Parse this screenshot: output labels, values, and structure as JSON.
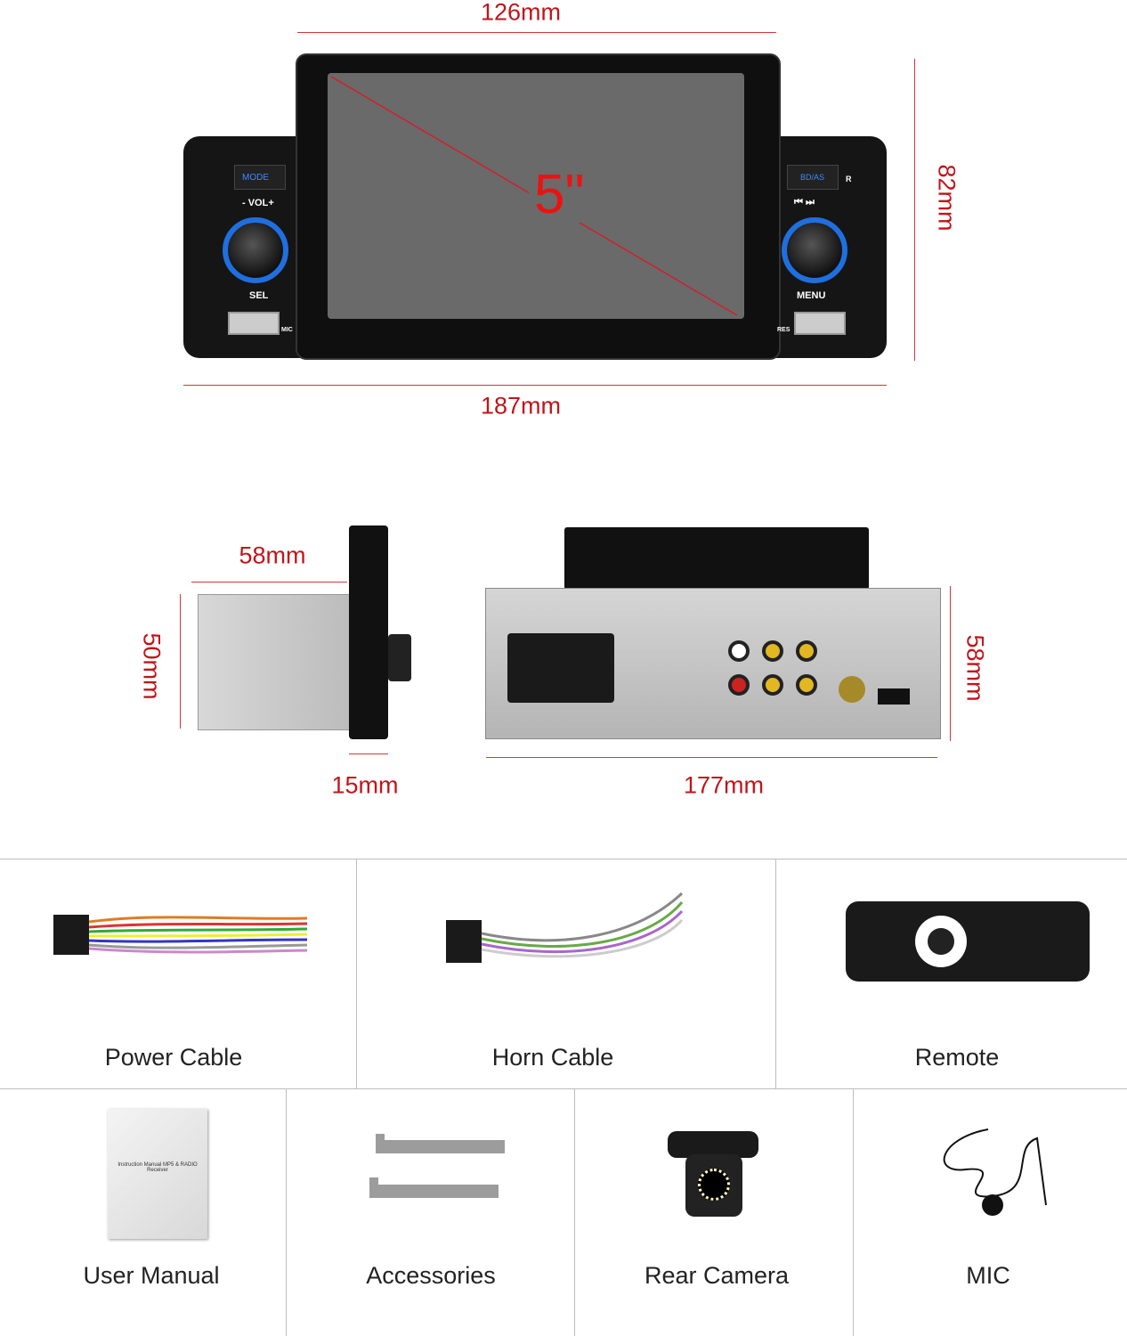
{
  "dimensions": {
    "front_top_width": "126mm",
    "front_height": "82mm",
    "front_total_width": "187mm",
    "screen_size": "5\"",
    "side_depth": "58mm",
    "side_height": "50mm",
    "side_front_thickness": "15mm",
    "back_width": "177mm",
    "back_height": "58mm"
  },
  "device_labels": {
    "mode": "MODE",
    "vol": "- VOL+",
    "sel": "SEL",
    "mic": "MIC",
    "bd_as": "BD/AS",
    "prev_next": "⏮ ⏭",
    "menu": "MENU",
    "res": "RES",
    "ir": "R"
  },
  "accessories_row1": [
    {
      "label": "Power Cable"
    },
    {
      "label": "Horn Cable"
    },
    {
      "label": "Remote"
    }
  ],
  "accessories_row2": [
    {
      "label": "User Manual",
      "doc_text": "Instruction Manual MP5 & RADIO Receiver"
    },
    {
      "label": "Accessories"
    },
    {
      "label": "Rear Camera"
    },
    {
      "label": "MIC"
    }
  ],
  "colors": {
    "dimension": "#c0151b",
    "knob_ring": "#1f6fe0"
  }
}
